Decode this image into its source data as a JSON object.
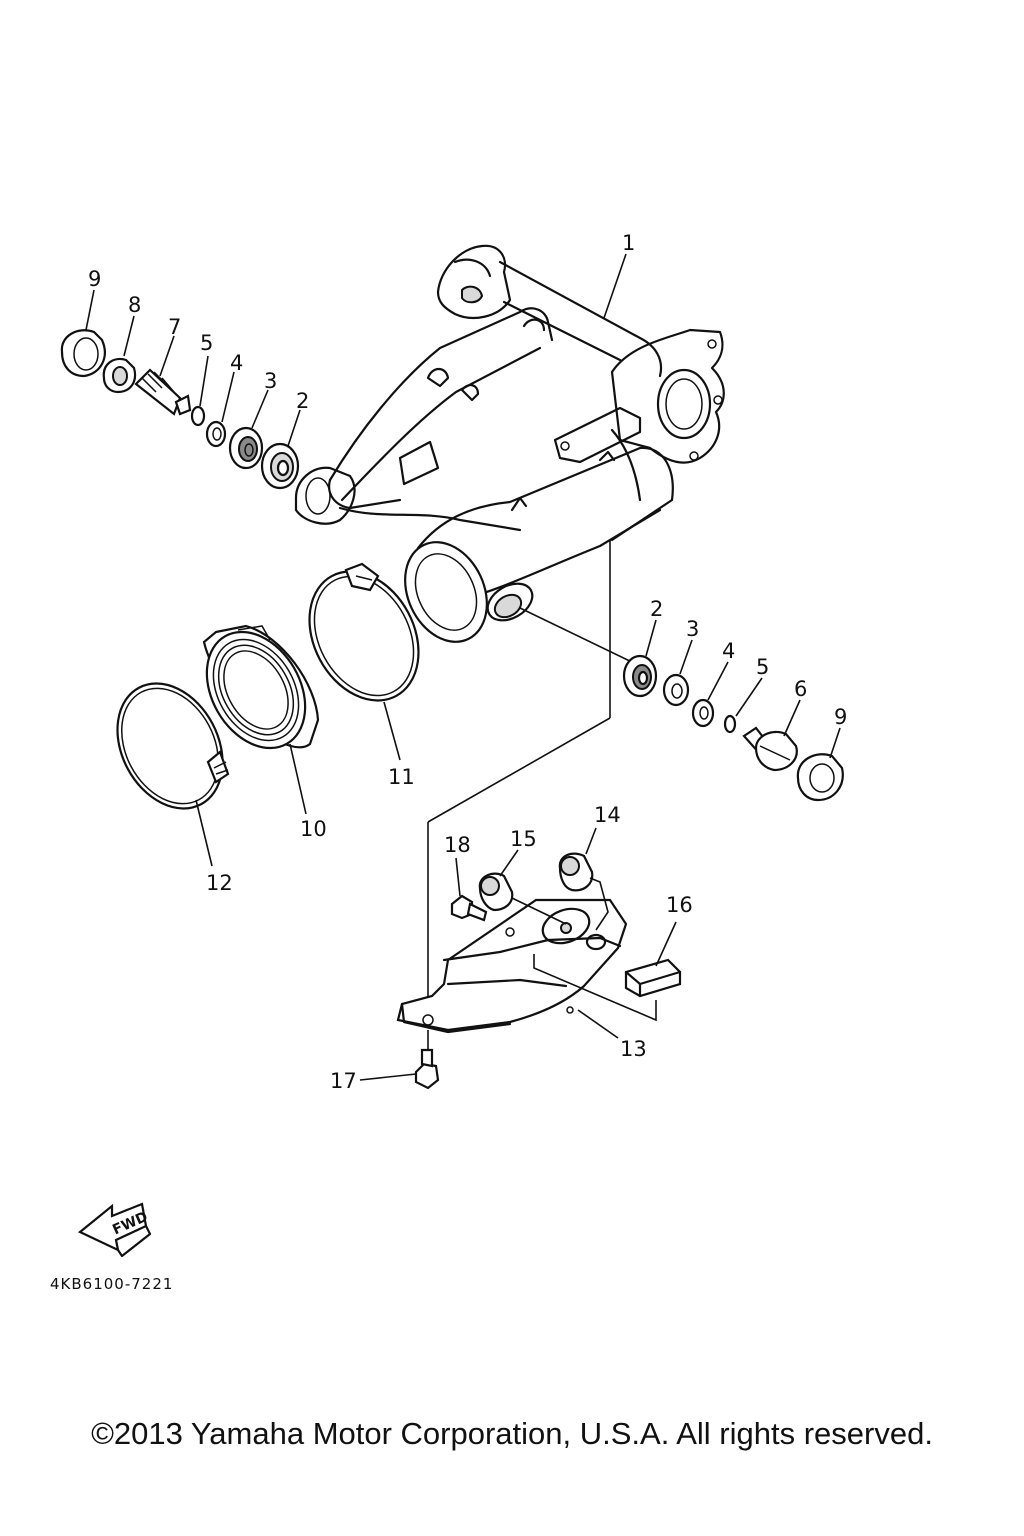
{
  "callouts": [
    {
      "id": "c1",
      "label": "1"
    },
    {
      "id": "c2a",
      "label": "2"
    },
    {
      "id": "c3a",
      "label": "3"
    },
    {
      "id": "c4a",
      "label": "4"
    },
    {
      "id": "c5a",
      "label": "5"
    },
    {
      "id": "c7",
      "label": "7"
    },
    {
      "id": "c8",
      "label": "8"
    },
    {
      "id": "c9a",
      "label": "9"
    },
    {
      "id": "c2b",
      "label": "2"
    },
    {
      "id": "c3b",
      "label": "3"
    },
    {
      "id": "c4b",
      "label": "4"
    },
    {
      "id": "c5b",
      "label": "5"
    },
    {
      "id": "c6",
      "label": "6"
    },
    {
      "id": "c9b",
      "label": "9"
    },
    {
      "id": "c10",
      "label": "10"
    },
    {
      "id": "c11",
      "label": "11"
    },
    {
      "id": "c12",
      "label": "12"
    },
    {
      "id": "c13",
      "label": "13"
    },
    {
      "id": "c14",
      "label": "14"
    },
    {
      "id": "c15",
      "label": "15"
    },
    {
      "id": "c16",
      "label": "16"
    },
    {
      "id": "c17",
      "label": "17"
    },
    {
      "id": "c18",
      "label": "18"
    }
  ],
  "fwd_label": "FWD",
  "diagram_code": "4KB6100-7221",
  "copyright": "©2013 Yamaha Motor Corporation, U.S.A. All rights reserved."
}
